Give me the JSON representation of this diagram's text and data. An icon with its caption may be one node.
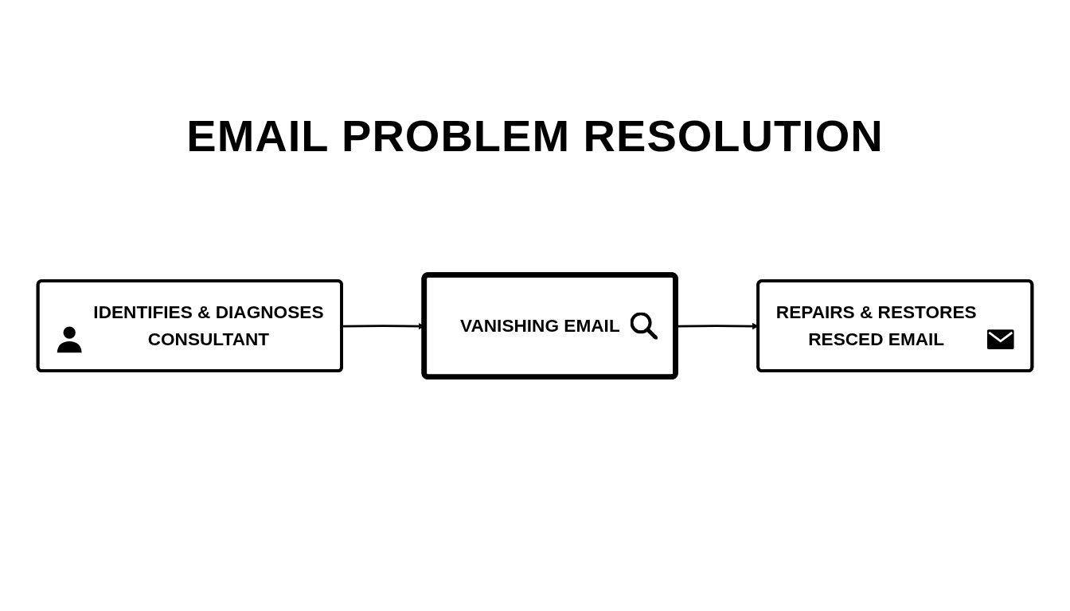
{
  "diagram": {
    "title": "EMAIL PROBLEM RESOLUTION",
    "nodes": [
      {
        "text": [
          "IDENTIFIES & DIAGNOSES",
          "CONSULTANT"
        ]
      },
      {
        "text": [
          "VANISHING EMAIL"
        ]
      },
      {
        "text": [
          "REPAIRS & RESTORES",
          "RESCED EMAIL"
        ]
      }
    ],
    "edges": [
      {
        "from": 0,
        "to": 1,
        "arrow": "to"
      },
      {
        "from": 1,
        "to": 2,
        "arrow": "to"
      }
    ]
  }
}
